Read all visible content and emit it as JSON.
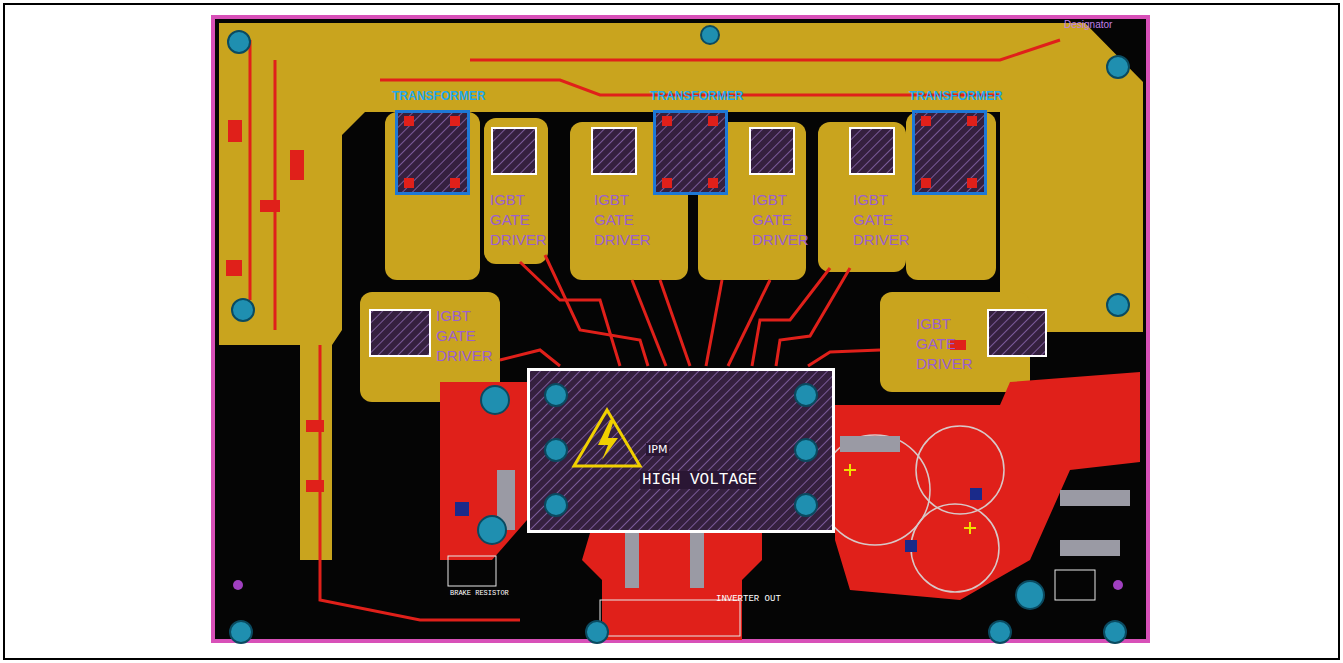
{
  "diagram": {
    "nodes": [
      {
        "text": [
          "TRANSFORMER"
        ]
      },
      {
        "text": [
          "TRANSFORMER"
        ]
      },
      {
        "text": [
          "TRANSFORMER"
        ]
      },
      {
        "text": [
          "IPM",
          "HIGH VOLTAGE"
        ]
      }
    ],
    "labels": [
      "IGBT GATE DRIVER",
      "IGBT GATE DRIVER",
      "IGBT GATE DRIVER",
      "IGBT GATE DRIVER",
      "IGBT GATE DRIVER",
      "IGBT GATE DRIVER",
      "Designator",
      "BRAKE RESISTOR",
      "INVERTER OUT"
    ]
  }
}
